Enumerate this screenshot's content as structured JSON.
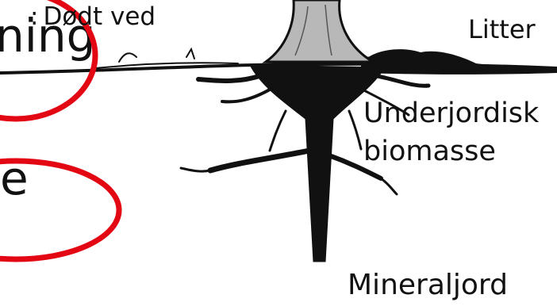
{
  "labels": {
    "dodt_prefix": ":",
    "dodt_ved": "Dødt ved",
    "litter": "Litter",
    "underjordisk": "Underjordisk",
    "biomasse": "biomasse",
    "mineraljord": "Mineraljord"
  },
  "fragments": {
    "top": "ning",
    "middle": "e"
  },
  "colors": {
    "highlight": "#e30613",
    "trunk_fill": "#b8b8b8",
    "ink": "#111111",
    "background": "#ffffff"
  },
  "icons": {
    "tree": "tree-root-illustration",
    "ellipse": "red-highlight-ellipse"
  }
}
